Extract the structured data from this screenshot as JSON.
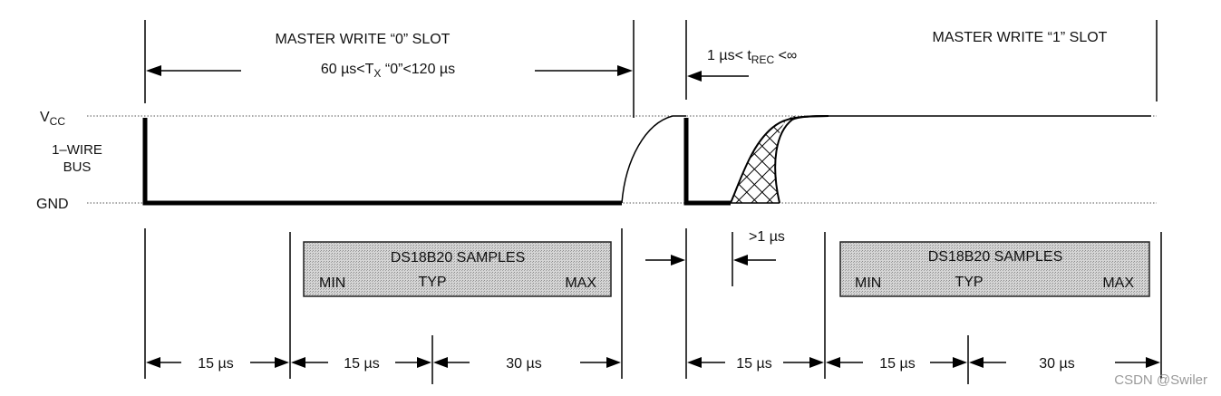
{
  "titles": {
    "write0": "MASTER WRITE “0” SLOT",
    "write1": "MASTER WRITE “1” SLOT"
  },
  "timing": {
    "tx0_pre": "60 µs<T",
    "tx0_sub": "X",
    "tx0_post": " “0”<120 µs",
    "trec_pre": "1 µs< t",
    "trec_sub": "REC",
    "trec_post": " <∞",
    "gt1us": ">1 µs"
  },
  "axis": {
    "vcc_main": "V",
    "vcc_sub": "CC",
    "bus_line1": "1–WIRE",
    "bus_line2": "BUS",
    "gnd": "GND"
  },
  "samples": {
    "title": "DS18B20 SAMPLES",
    "min": "MIN",
    "typ": "TYP",
    "max": "MAX"
  },
  "durations": {
    "d15a": "15 µs",
    "d15b": "15 µs",
    "d30a": "30 µs",
    "d15c": "15 µs",
    "d15d": "15 µs",
    "d30b": "30 µs"
  },
  "watermark": "CSDN @Swiler"
}
